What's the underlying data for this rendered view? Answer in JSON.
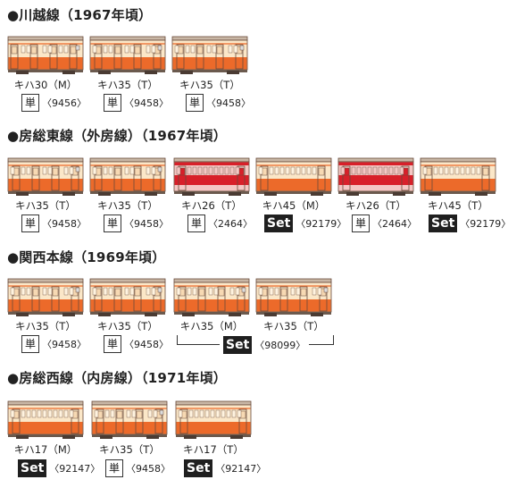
{
  "sections": [
    {
      "title": "●川越線（1967年頃）",
      "cars": [
        {
          "name": "キハ30（M）",
          "badge": "単",
          "code": "〈9456〉",
          "scheme": "cream",
          "type": "kiha30"
        },
        {
          "name": "キハ35（T）",
          "badge": "単",
          "code": "〈9458〉",
          "scheme": "cream",
          "type": "kiha35"
        },
        {
          "name": "キハ35（T）",
          "badge": "単",
          "code": "〈9458〉",
          "scheme": "cream",
          "type": "kiha35"
        }
      ]
    },
    {
      "title": "●房総東線（外房線）（1967年頃）",
      "cars": [
        {
          "name": "キハ35（T）",
          "badge": "単",
          "code": "〈9458〉",
          "scheme": "cream",
          "type": "kiha35"
        },
        {
          "name": "キハ35（T）",
          "badge": "単",
          "code": "〈9458〉",
          "scheme": "cream",
          "type": "kiha35"
        },
        {
          "name": "キハ26（T）",
          "badge": "単",
          "code": "〈2464〉",
          "scheme": "red",
          "type": "kiha26"
        },
        {
          "name": "キハ45（M）",
          "badge": "Set",
          "code": "〈92179〉",
          "scheme": "cream",
          "type": "kiha45"
        },
        {
          "name": "キハ26（T）",
          "badge": "単",
          "code": "〈2464〉",
          "scheme": "red",
          "type": "kiha26"
        },
        {
          "name": "キハ45（T）",
          "badge": "Set",
          "code": "〈92179〉",
          "scheme": "cream",
          "type": "kiha45"
        }
      ]
    },
    {
      "title": "●関西本線（1969年頃）",
      "cars": [
        {
          "name": "キハ35（T）",
          "badge": "単",
          "code": "〈9458〉",
          "scheme": "cream",
          "type": "kiha35"
        },
        {
          "name": "キハ35（T）",
          "badge": "単",
          "code": "〈9458〉",
          "scheme": "cream",
          "type": "kiha35"
        },
        {
          "name": "キハ35（M）",
          "badge": "",
          "code": "",
          "scheme": "cream",
          "type": "kiha35"
        },
        {
          "name": "キハ35（T）",
          "badge": "",
          "code": "",
          "scheme": "cream",
          "type": "kiha35"
        }
      ],
      "group": {
        "badge": "Set",
        "code": "〈98099〉"
      }
    },
    {
      "title": "●房総西線（内房線）（1971年頃）",
      "cars": [
        {
          "name": "キハ17（M）",
          "badge": "Set",
          "code": "〈92147〉",
          "scheme": "cream",
          "type": "kiha17"
        },
        {
          "name": "キハ35（T）",
          "badge": "単",
          "code": "〈9458〉",
          "scheme": "cream",
          "type": "kiha35"
        },
        {
          "name": "キハ17（T）",
          "badge": "Set",
          "code": "〈92147〉",
          "scheme": "cream",
          "type": "kiha17"
        }
      ]
    }
  ],
  "colors": {
    "cream": "#fbe7c8",
    "orange": "#ec6a2a",
    "red": "#d8202a",
    "pink": "#f4c7c4",
    "outline": "#6a4a3a"
  }
}
